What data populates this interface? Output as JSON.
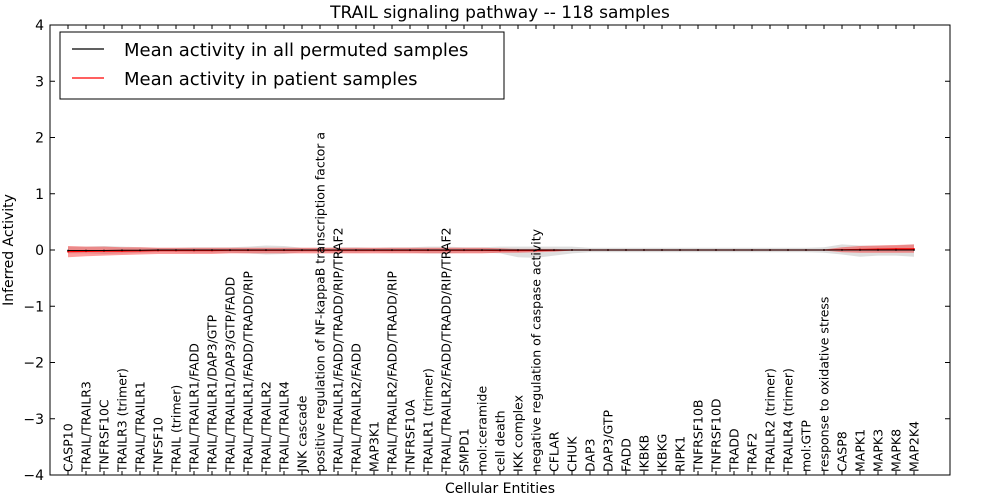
{
  "chart_data": {
    "type": "line",
    "title": "TRAIL signaling pathway -- 118 samples",
    "xlabel": "Cellular Entities",
    "ylabel": "Inferred Activity",
    "ylim": [
      -4,
      4
    ],
    "yticks": [
      -4,
      -3,
      -2,
      -1,
      0,
      1,
      2,
      3,
      4
    ],
    "grid": false,
    "legend_position": "top-left",
    "categories": [
      "CASP10",
      "TRAIL/TRAILR3",
      "TNFRSF10C",
      "TRAILR3 (trimer)",
      "TRAIL/TRAILR1",
      "TNFSF10",
      "TRAIL (trimer)",
      "TRAIL/TRAILR1/FADD",
      "TRAIL/TRAILR1/DAP3/GTP",
      "TRAIL/TRAILR1/DAP3/GTP/FADD",
      "TRAIL/TRAILR1/FADD/TRADD/RIP",
      "TRAIL/TRAILR2",
      "TRAIL/TRAILR4",
      "JNK cascade",
      "positive regulation of NF-kappaB transcription factor a",
      "TRAIL/TRAILR1/FADD/TRADD/RIP/TRAF2",
      "TRAIL/TRAILR2/FADD",
      "MAP3K1",
      "TRAIL/TRAILR2/FADD/TRADD/RIP",
      "TNFRSF10A",
      "TRAILR1 (trimer)",
      "TRAIL/TRAILR2/FADD/TRADD/RIP/TRAF2",
      "SMPD1",
      "mol:ceramide",
      "cell death",
      "IKK complex",
      "negative regulation of caspase activity",
      "CFLAR",
      "CHUK",
      "DAP3",
      "DAP3/GTP",
      "FADD",
      "IKBKB",
      "IKBKG",
      "RIPK1",
      "TNFRSF10B",
      "TNFRSF10D",
      "TRADD",
      "TRAF2",
      "TRAILR2 (trimer)",
      "TRAILR4 (trimer)",
      "mol:GTP",
      "response to oxidative stress",
      "CASP8",
      "MAPK1",
      "MAPK3",
      "MAPK8",
      "MAP2K4"
    ],
    "series": [
      {
        "name": "Mean activity in all permuted samples",
        "color": "#000000",
        "values": [
          -0.01,
          -0.01,
          -0.01,
          -0.005,
          -0.005,
          0,
          0,
          0,
          0,
          0,
          0,
          0,
          0,
          0,
          0,
          0,
          0,
          0,
          0,
          0,
          0,
          0,
          0,
          0,
          0,
          0,
          0,
          0,
          0,
          0,
          0,
          0,
          0,
          0,
          0,
          0,
          0,
          0,
          0,
          0,
          0,
          0,
          0,
          0,
          0,
          0,
          0,
          0
        ],
        "band_low": [
          -0.06,
          -0.06,
          -0.07,
          -0.06,
          -0.05,
          -0.04,
          -0.04,
          -0.05,
          -0.05,
          -0.05,
          -0.06,
          -0.08,
          -0.07,
          -0.04,
          -0.04,
          -0.05,
          -0.05,
          -0.04,
          -0.05,
          -0.05,
          -0.06,
          -0.06,
          -0.05,
          -0.05,
          -0.06,
          -0.13,
          -0.14,
          -0.1,
          -0.06,
          -0.04,
          -0.04,
          -0.04,
          -0.04,
          -0.04,
          -0.04,
          -0.04,
          -0.04,
          -0.04,
          -0.04,
          -0.04,
          -0.04,
          -0.04,
          -0.05,
          -0.08,
          -0.12,
          -0.1,
          -0.1,
          -0.12
        ],
        "band_high": [
          0.06,
          0.06,
          0.07,
          0.06,
          0.05,
          0.04,
          0.04,
          0.05,
          0.05,
          0.05,
          0.06,
          0.08,
          0.07,
          0.04,
          0.04,
          0.05,
          0.05,
          0.04,
          0.05,
          0.05,
          0.06,
          0.06,
          0.05,
          0.05,
          0.06,
          0.06,
          0.06,
          0.06,
          0.06,
          0.04,
          0.04,
          0.04,
          0.04,
          0.04,
          0.04,
          0.04,
          0.04,
          0.04,
          0.04,
          0.04,
          0.04,
          0.04,
          0.05,
          0.1,
          0.08,
          0.08,
          0.08,
          0.1
        ]
      },
      {
        "name": "Mean activity in patient samples",
        "color": "#ff0000",
        "values": [
          -0.03,
          -0.025,
          -0.02,
          -0.02,
          -0.015,
          -0.01,
          -0.01,
          -0.01,
          -0.01,
          -0.005,
          -0.005,
          -0.005,
          -0.005,
          -0.005,
          -0.005,
          -0.005,
          -0.005,
          -0.005,
          -0.005,
          -0.005,
          -0.005,
          -0.005,
          -0.005,
          -0.005,
          -0.01,
          -0.01,
          -0.01,
          -0.005,
          0,
          0,
          0,
          0,
          0,
          0,
          0,
          0,
          0,
          0,
          0,
          0,
          0,
          0,
          0,
          0.005,
          0.01,
          0.015,
          0.02,
          0.02
        ],
        "band_low": [
          -0.13,
          -0.11,
          -0.1,
          -0.09,
          -0.08,
          -0.07,
          -0.07,
          -0.07,
          -0.07,
          -0.06,
          -0.06,
          -0.06,
          -0.06,
          -0.06,
          -0.06,
          -0.06,
          -0.06,
          -0.06,
          -0.06,
          -0.06,
          -0.06,
          -0.06,
          -0.06,
          -0.06,
          -0.05,
          -0.05,
          -0.04,
          -0.03,
          -0.01,
          -0.01,
          -0.01,
          -0.01,
          -0.01,
          -0.01,
          -0.01,
          -0.01,
          -0.01,
          -0.01,
          -0.01,
          -0.01,
          -0.01,
          -0.01,
          -0.01,
          -0.04,
          -0.05,
          -0.05,
          -0.05,
          -0.05
        ],
        "band_high": [
          0.07,
          0.06,
          0.06,
          0.05,
          0.05,
          0.04,
          0.04,
          0.04,
          0.04,
          0.04,
          0.04,
          0.04,
          0.04,
          0.04,
          0.04,
          0.04,
          0.04,
          0.04,
          0.04,
          0.04,
          0.04,
          0.04,
          0.04,
          0.04,
          0.03,
          0.02,
          0.02,
          0.02,
          0.01,
          0.01,
          0.01,
          0.01,
          0.01,
          0.01,
          0.01,
          0.01,
          0.01,
          0.01,
          0.01,
          0.01,
          0.01,
          0.01,
          0.01,
          0.05,
          0.07,
          0.08,
          0.09,
          0.1
        ]
      }
    ]
  }
}
